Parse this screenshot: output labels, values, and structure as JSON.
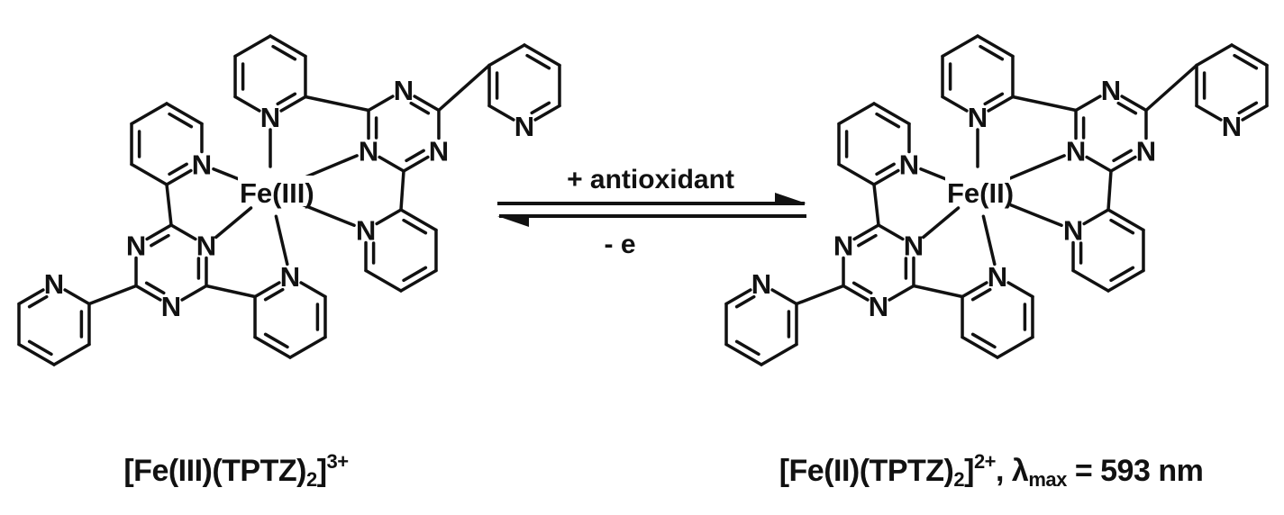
{
  "left_complex": {
    "metal_label": "Fe(III)",
    "atom_label": "N",
    "caption": {
      "prefix": "[Fe(III)(TPTZ)",
      "sub": "2",
      "close": "]",
      "charge": "3+"
    }
  },
  "right_complex": {
    "metal_label": "Fe(II)",
    "atom_label": "N",
    "caption": {
      "prefix": "[Fe(II)(TPTZ)",
      "sub": "2",
      "close": "]",
      "charge": "2+",
      "lambda_prefix": ", λ",
      "lambda_sub": "max",
      "lambda_value": " = 593 nm"
    }
  },
  "reaction": {
    "forward_label": "+ antioxidant",
    "reverse_label": "- e"
  },
  "colors": {
    "ink": "#111111",
    "background": "#ffffff"
  }
}
